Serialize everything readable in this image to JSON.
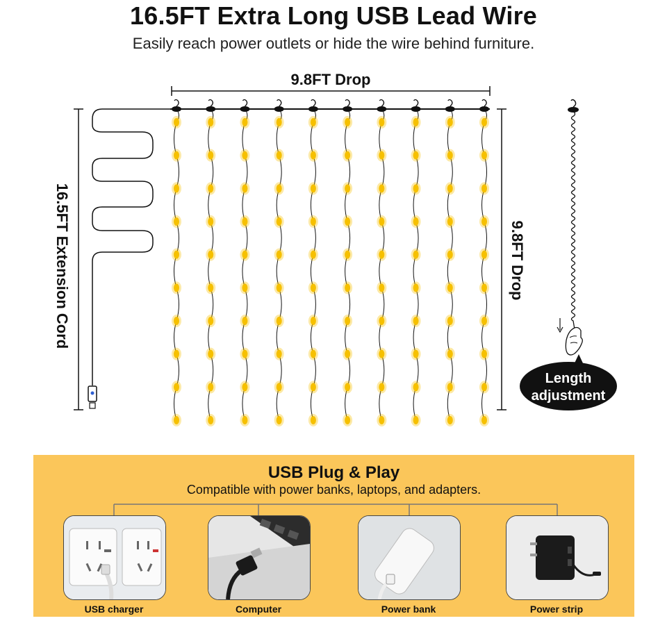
{
  "header": {
    "title": "16.5FT Extra Long USB Lead Wire",
    "subtitle": "Easily reach power outlets or hide the wire behind furniture."
  },
  "diagram": {
    "top_dimension": "9.8FT Drop",
    "side_dimension": "9.8FT Drop",
    "cord_label": "16.5FT Extension Cord",
    "callout_line1": "Length",
    "callout_line2": "adjustment",
    "strand_count": 10,
    "bulbs_per_strand": 10,
    "bulb_color": "#f6c000"
  },
  "panel": {
    "title": "USB Plug & Play",
    "subtitle": "Compatible with power banks, laptops, and adapters.",
    "background": "#fbc65a",
    "devices": [
      {
        "name": "USB charger",
        "icon": "wall-outlet-icon"
      },
      {
        "name": "Computer",
        "icon": "laptop-usb-icon"
      },
      {
        "name": "Power bank",
        "icon": "power-bank-icon"
      },
      {
        "name": "Power strip",
        "icon": "usb-adapter-icon"
      }
    ]
  }
}
